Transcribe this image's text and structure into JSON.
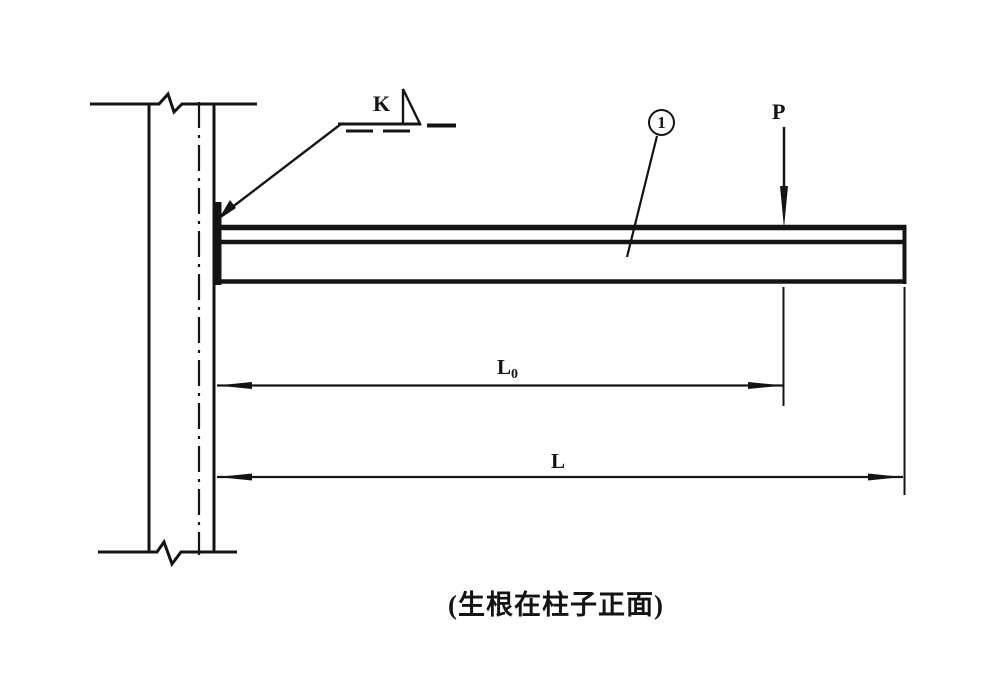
{
  "diagram": {
    "caption": "(生根在柱子正面)",
    "weld_symbol_label": "K",
    "part_balloon": "1",
    "load_label": "P",
    "dimensions": {
      "inner": {
        "main": "L",
        "sub": "0"
      },
      "outer": {
        "main": "L"
      }
    },
    "colors": {
      "ink": "#141414",
      "paper": "#ffffff"
    }
  }
}
